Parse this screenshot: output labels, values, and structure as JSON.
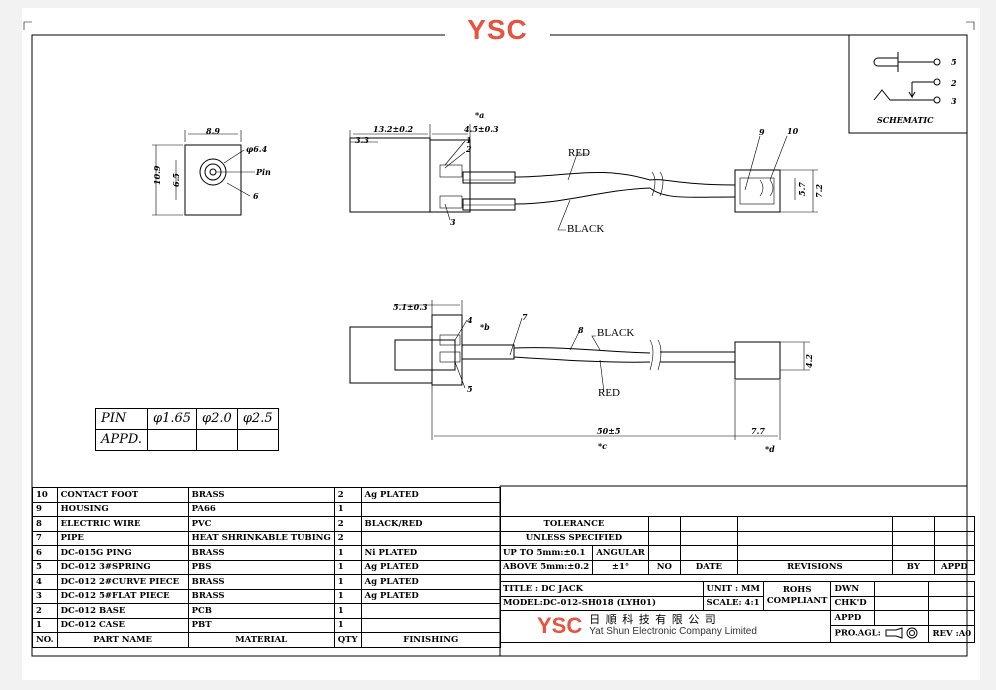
{
  "brand": "YSC",
  "schematic": {
    "title": "SCHEMATIC",
    "pins": [
      "5",
      "2",
      "3"
    ]
  },
  "front_view": {
    "width": "8.9",
    "height": "10.9",
    "inner": "6.5",
    "hole": "φ6.4",
    "pin_label": "Pin",
    "callout": "6"
  },
  "side_view": {
    "dim_length": "13.2±0.2",
    "dim_offset": "4.5±0.3",
    "dim_small": "3.3",
    "note_a": "*a",
    "callouts": [
      "1",
      "2",
      "3",
      "9",
      "10"
    ],
    "red_label": "RED",
    "black_label": "BLACK",
    "connector_dims": [
      "5.7",
      "7.2"
    ]
  },
  "top_view": {
    "dim_pin": "5.1±0.3",
    "note_b": "*b",
    "callouts": [
      "4",
      "5",
      "7",
      "8"
    ],
    "black_label": "BLACK",
    "red_label": "RED",
    "dim_total": "50±5",
    "note_c": "*c",
    "dim_conn": "7.7",
    "note_d": "*d",
    "dim_conn_h": "4.2"
  },
  "pin_table": {
    "headers": [
      "PIN",
      "φ1.65",
      "φ2.0",
      "φ2.5"
    ],
    "row_label": "APPD."
  },
  "bom": {
    "rows": [
      {
        "no": "10",
        "part": "CONTACT FOOT",
        "material": "BRASS",
        "qty": "2",
        "finish": "Ag PLATED"
      },
      {
        "no": "9",
        "part": "HOUSING",
        "material": "PA66",
        "qty": "1",
        "finish": ""
      },
      {
        "no": "8",
        "part": "ELECTRIC WIRE",
        "material": "PVC",
        "qty": "2",
        "finish": "BLACK/RED"
      },
      {
        "no": "7",
        "part": "PIPE",
        "material": "HEAT SHRINKABLE TUBING",
        "qty": "2",
        "finish": ""
      },
      {
        "no": "6",
        "part": "DC-015G PING",
        "material": "BRASS",
        "qty": "1",
        "finish": "Ni PLATED"
      },
      {
        "no": "5",
        "part": "DC-012 3#SPRING",
        "material": "PBS",
        "qty": "1",
        "finish": "Ag PLATED"
      },
      {
        "no": "4",
        "part": "DC-012 2#CURVE PIECE",
        "material": "BRASS",
        "qty": "1",
        "finish": "Ag PLATED"
      },
      {
        "no": "3",
        "part": "DC-012 5#FLAT PIECE",
        "material": "BRASS",
        "qty": "1",
        "finish": "Ag PLATED"
      },
      {
        "no": "2",
        "part": "DC-012 BASE",
        "material": "PCB",
        "qty": "1",
        "finish": ""
      },
      {
        "no": "1",
        "part": "DC-012 CASE",
        "material": "PBT",
        "qty": "1",
        "finish": ""
      }
    ],
    "headers": {
      "no": "NO.",
      "part": "PART    NAME",
      "material": "MATERIAL",
      "qty": "QTY",
      "finish": "FINISHING"
    }
  },
  "title_block": {
    "tolerance": "TOLERANCE",
    "unless": "UNLESS   SPECIFIED",
    "upto": "UP TO 5mm:±0.1",
    "above": "ABOVE 5mm:±0.2",
    "angular": "ANGULAR",
    "angular_val": "±1°",
    "rev_headers": [
      "NO",
      "DATE",
      "REVISIONS",
      "BY",
      "APPD"
    ],
    "title": "TITLE : DC JACK",
    "model": "MODEL:DC-012-SH018 (LYH01)",
    "unit": "UNIT : MM",
    "scale": "SCALE: 4:1",
    "rohs": "ROHS COMPLIANT",
    "dwn": "DWN",
    "chkd": "CHK'D",
    "appd": "APPD",
    "pro_agl": "PRO.AGL:",
    "rev": "REV :A0",
    "company_logo": "YSC",
    "company_cn": "日 順 科 技 有 限 公 司",
    "company_en": "Yat Shun Electronic Company Limited"
  },
  "colors": {
    "brand": "#e8533f"
  }
}
